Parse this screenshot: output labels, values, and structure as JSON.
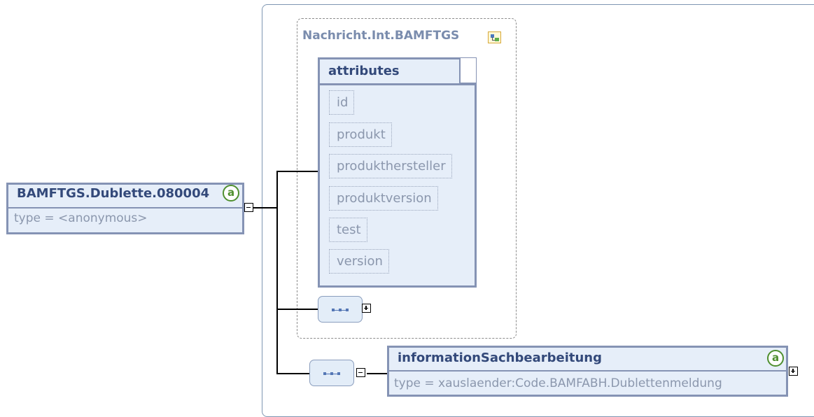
{
  "group": {
    "title": "Nachricht.Int.BAMFTGS",
    "icon": "complex-type-icon"
  },
  "attributes": {
    "title": "attributes",
    "items": [
      "id",
      "produkt",
      "produkthersteller",
      "produktversion",
      "test",
      "version"
    ]
  },
  "root_element": {
    "name": "BAMFTGS.Dublette.080004",
    "type": "type = <anonymous>",
    "badge": "a"
  },
  "info_element": {
    "name": "informationSachbearbeitung",
    "type": "type = xauslaender:Code.BAMFABH.Dublettenmeldung",
    "badge": "a"
  },
  "colors": {
    "box_fill": "#e6eef9",
    "box_border": "#8593b4",
    "title_text": "#33497a",
    "muted_text": "#8b97ad",
    "badge_green": "#4f8f2f"
  }
}
